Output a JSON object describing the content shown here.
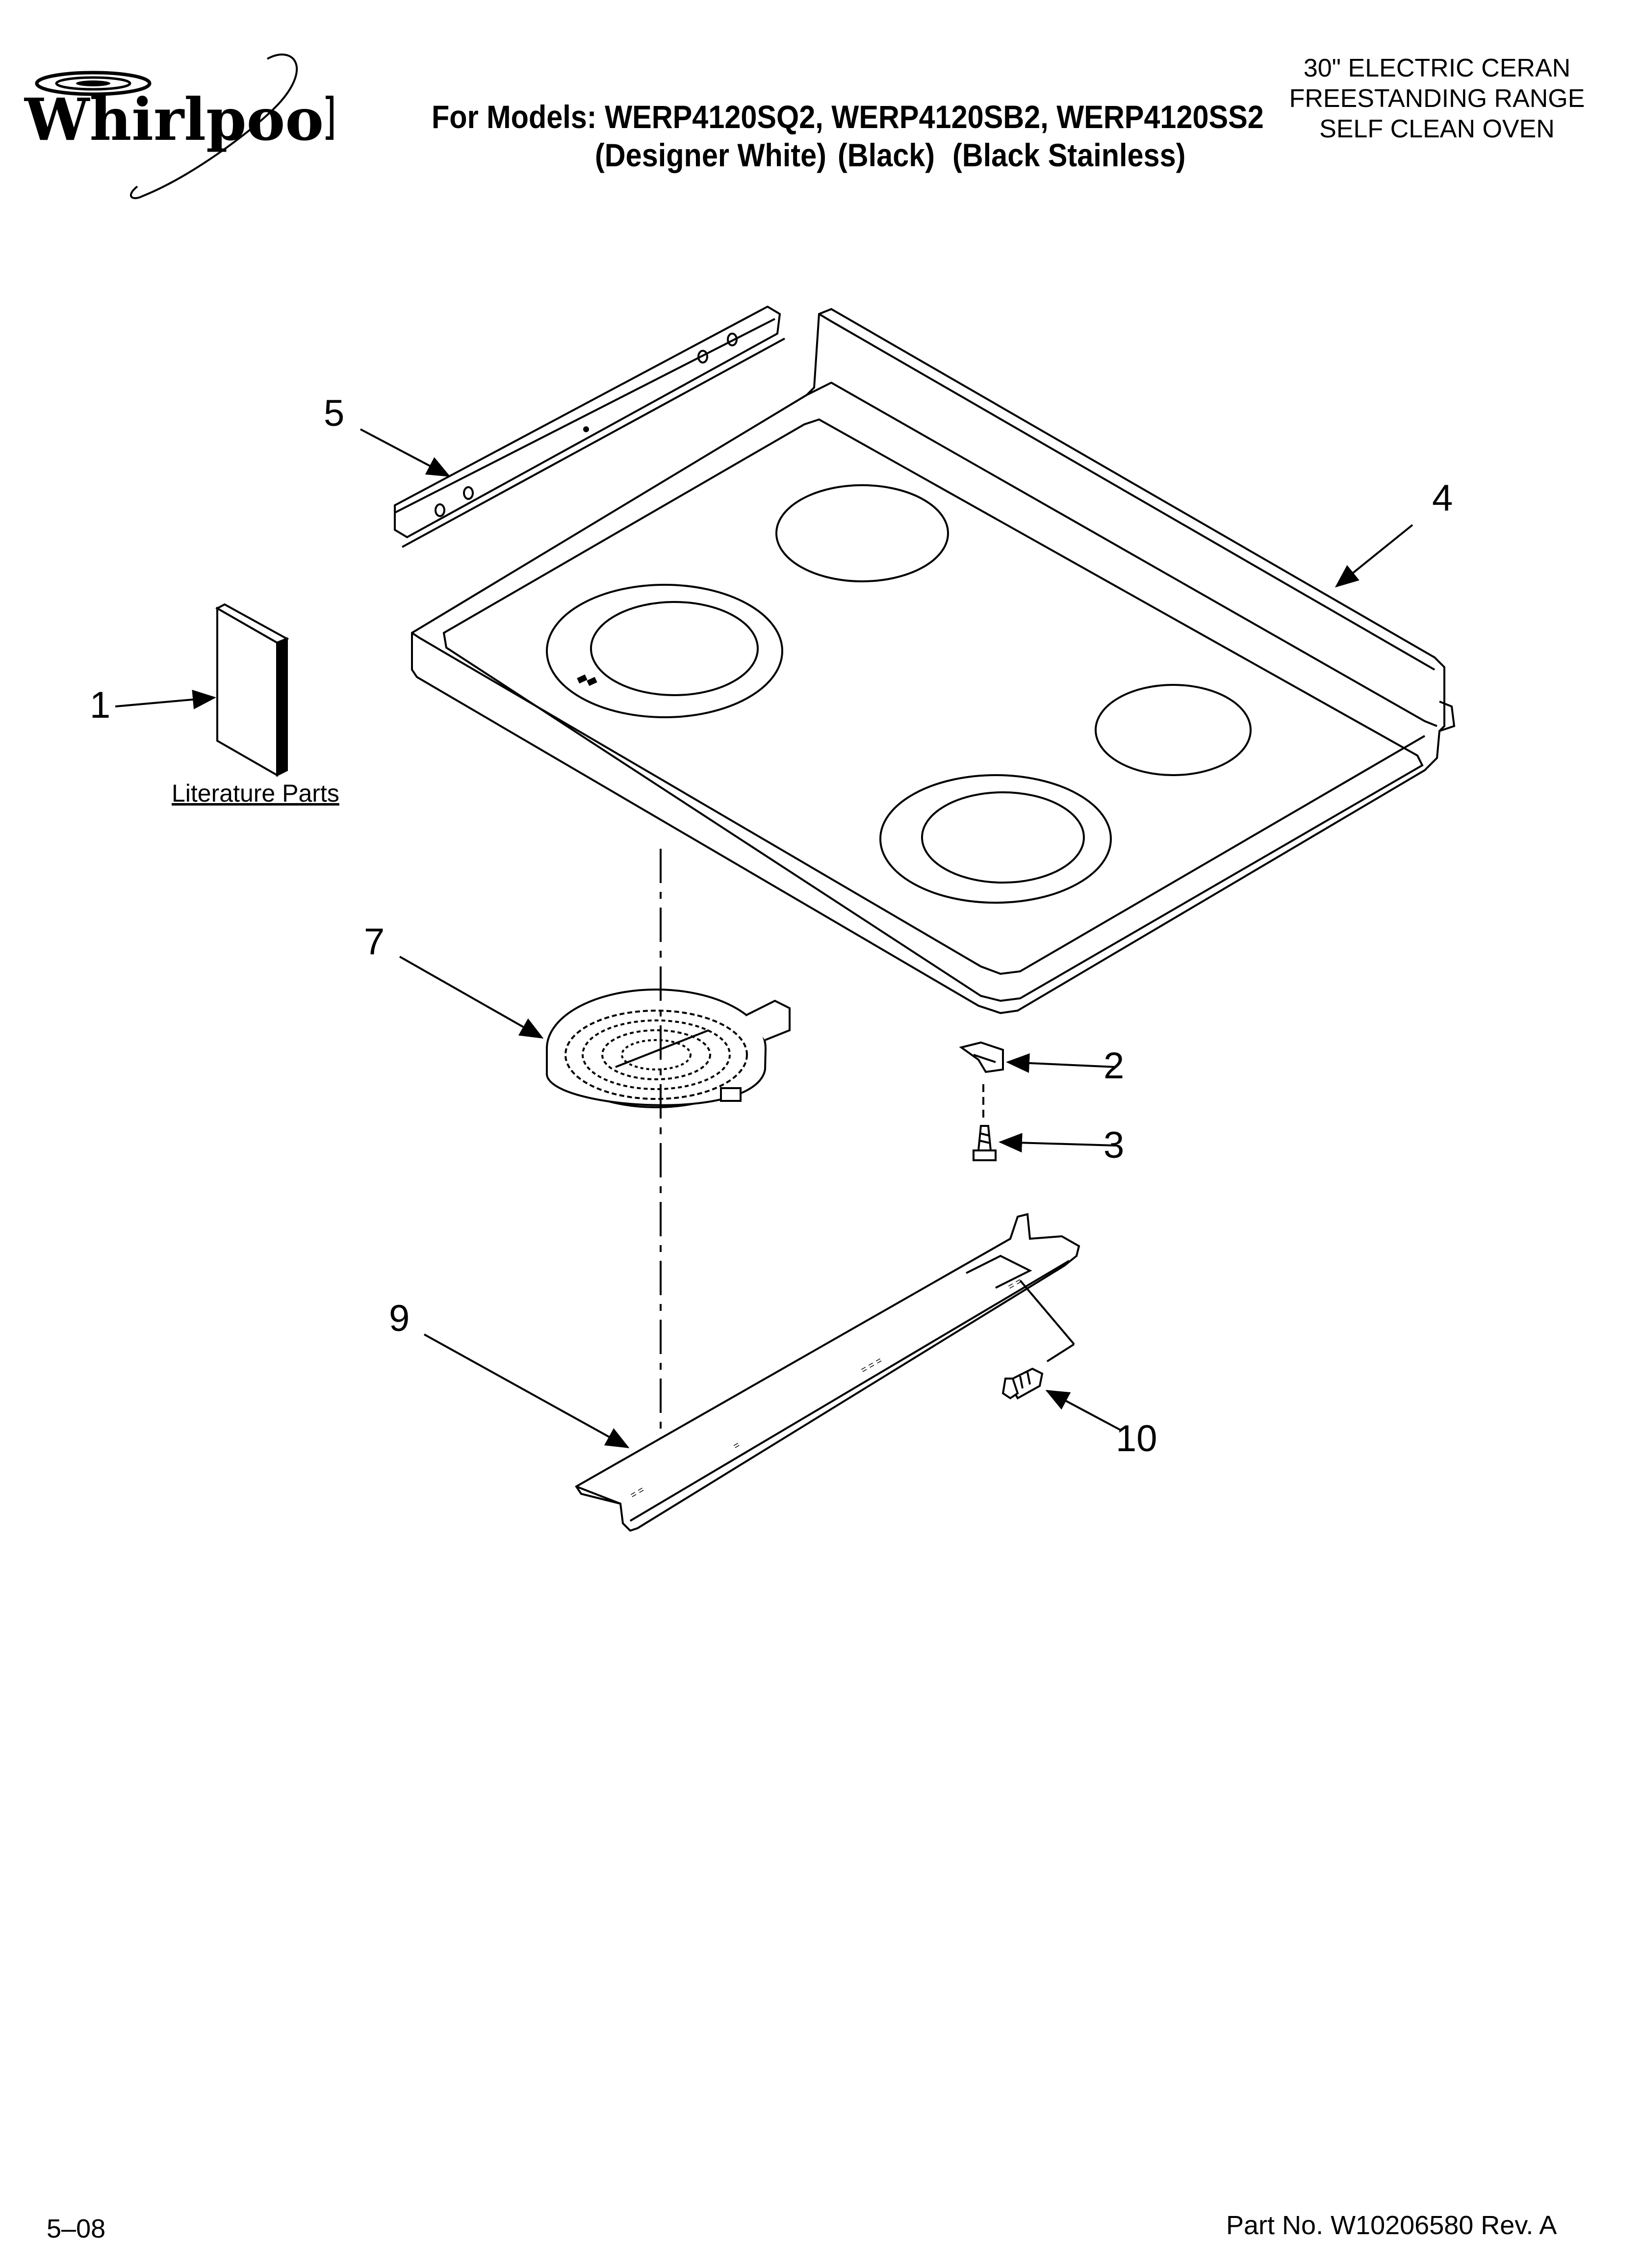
{
  "header": {
    "brand": "Whirlpool",
    "models_line": "For Models: WERP4120SQ2, WERP4120SB2, WERP4120SS2",
    "variants": [
      "(Designer White)",
      "(Black)",
      "(Black Stainless)"
    ],
    "product_lines": [
      "30\" ELECTRIC CERAN",
      "FREESTANDING RANGE",
      "SELF CLEAN OVEN"
    ]
  },
  "diagram": {
    "literature_label": "Literature Parts",
    "callouts": {
      "c1": "1",
      "c2": "2",
      "c3": "3",
      "c4": "4",
      "c5": "5",
      "c7": "7",
      "c9": "9",
      "c10": "10"
    }
  },
  "footer": {
    "date": "5–08",
    "part_number": "Part No. W10206580 Rev. A"
  }
}
